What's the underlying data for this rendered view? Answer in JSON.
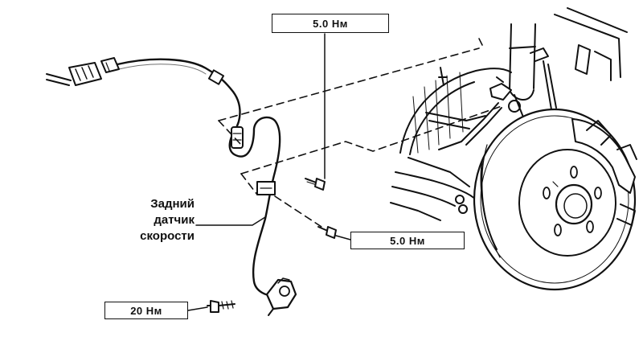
{
  "torque_labels": {
    "top": "5.0 Нм",
    "middle": "5.0 Нм",
    "lower": "20 Нм"
  },
  "sensor_callout": {
    "line1": "Задний",
    "line2": "датчик",
    "line3": "скорости"
  },
  "colors": {
    "ink": "#111111",
    "paper": "#ffffff"
  }
}
